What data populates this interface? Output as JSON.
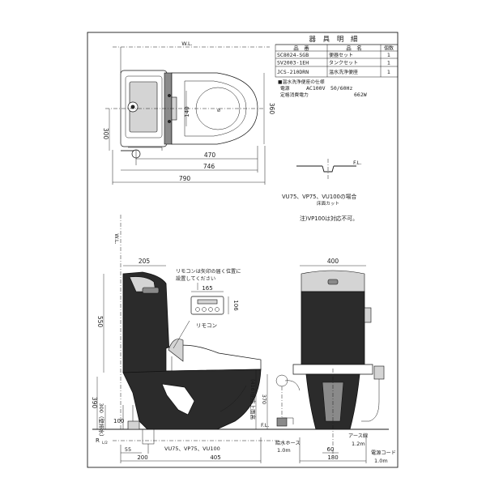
{
  "parts_table": {
    "title": "器 具 明 細",
    "headers": [
      "品　番",
      "品　名",
      "個数"
    ],
    "rows": [
      {
        "code": "SC8024-SGB",
        "name": "便器セット",
        "qty": "1"
      },
      {
        "code": "SV2003-1EH",
        "name": "タンクセット",
        "qty": "1"
      },
      {
        "code": "JCS-210DRN",
        "name": "温水洗浄便座",
        "qty": "1"
      }
    ]
  },
  "spec": {
    "title": "■温水洗浄便座の仕様",
    "power_label": "電源",
    "power_value": "AC100V　50/60Hz",
    "rated_label": "定格消費電力",
    "rated_value": "662W"
  },
  "plan_view": {
    "wl": "W.L.",
    "dims": {
      "d140": "140",
      "d300": "300",
      "d360": "360",
      "d470": "470",
      "d746": "746",
      "d790": "790"
    }
  },
  "floor_cut": {
    "fl": "F.L.",
    "caption": "VU75、VP75、VU100の場合",
    "sub": "床面カット",
    "note": "注)VP100は対応不可。"
  },
  "side_view": {
    "wl": "W.L.",
    "remote_note_1": "リモコンは矢印の届く位置に",
    "remote_note_2": "設置してください",
    "remote_label": "リモコン",
    "fl": "F.L.",
    "rl": "R",
    "rl_sub": "L/2",
    "pipe_label": "VU75、VP75、VU100",
    "dims": {
      "d205": "205",
      "d165": "165",
      "d106": "106",
      "d550": "550",
      "d390": "390",
      "d300k": "300（壁排水）",
      "d100": "100",
      "d55": "55",
      "d200": "200",
      "d405": "405",
      "d416": "(416)便座上面高",
      "d370": "370"
    }
  },
  "front_view": {
    "dims": {
      "d400": "400",
      "d60": "60",
      "d180": "180"
    },
    "hose_label": "給水ホース",
    "hose_len": "1.0m",
    "earth_label": "アース線",
    "earth_len": "1.2m",
    "cord_label": "電源コード",
    "cord_len": "1.0m"
  }
}
